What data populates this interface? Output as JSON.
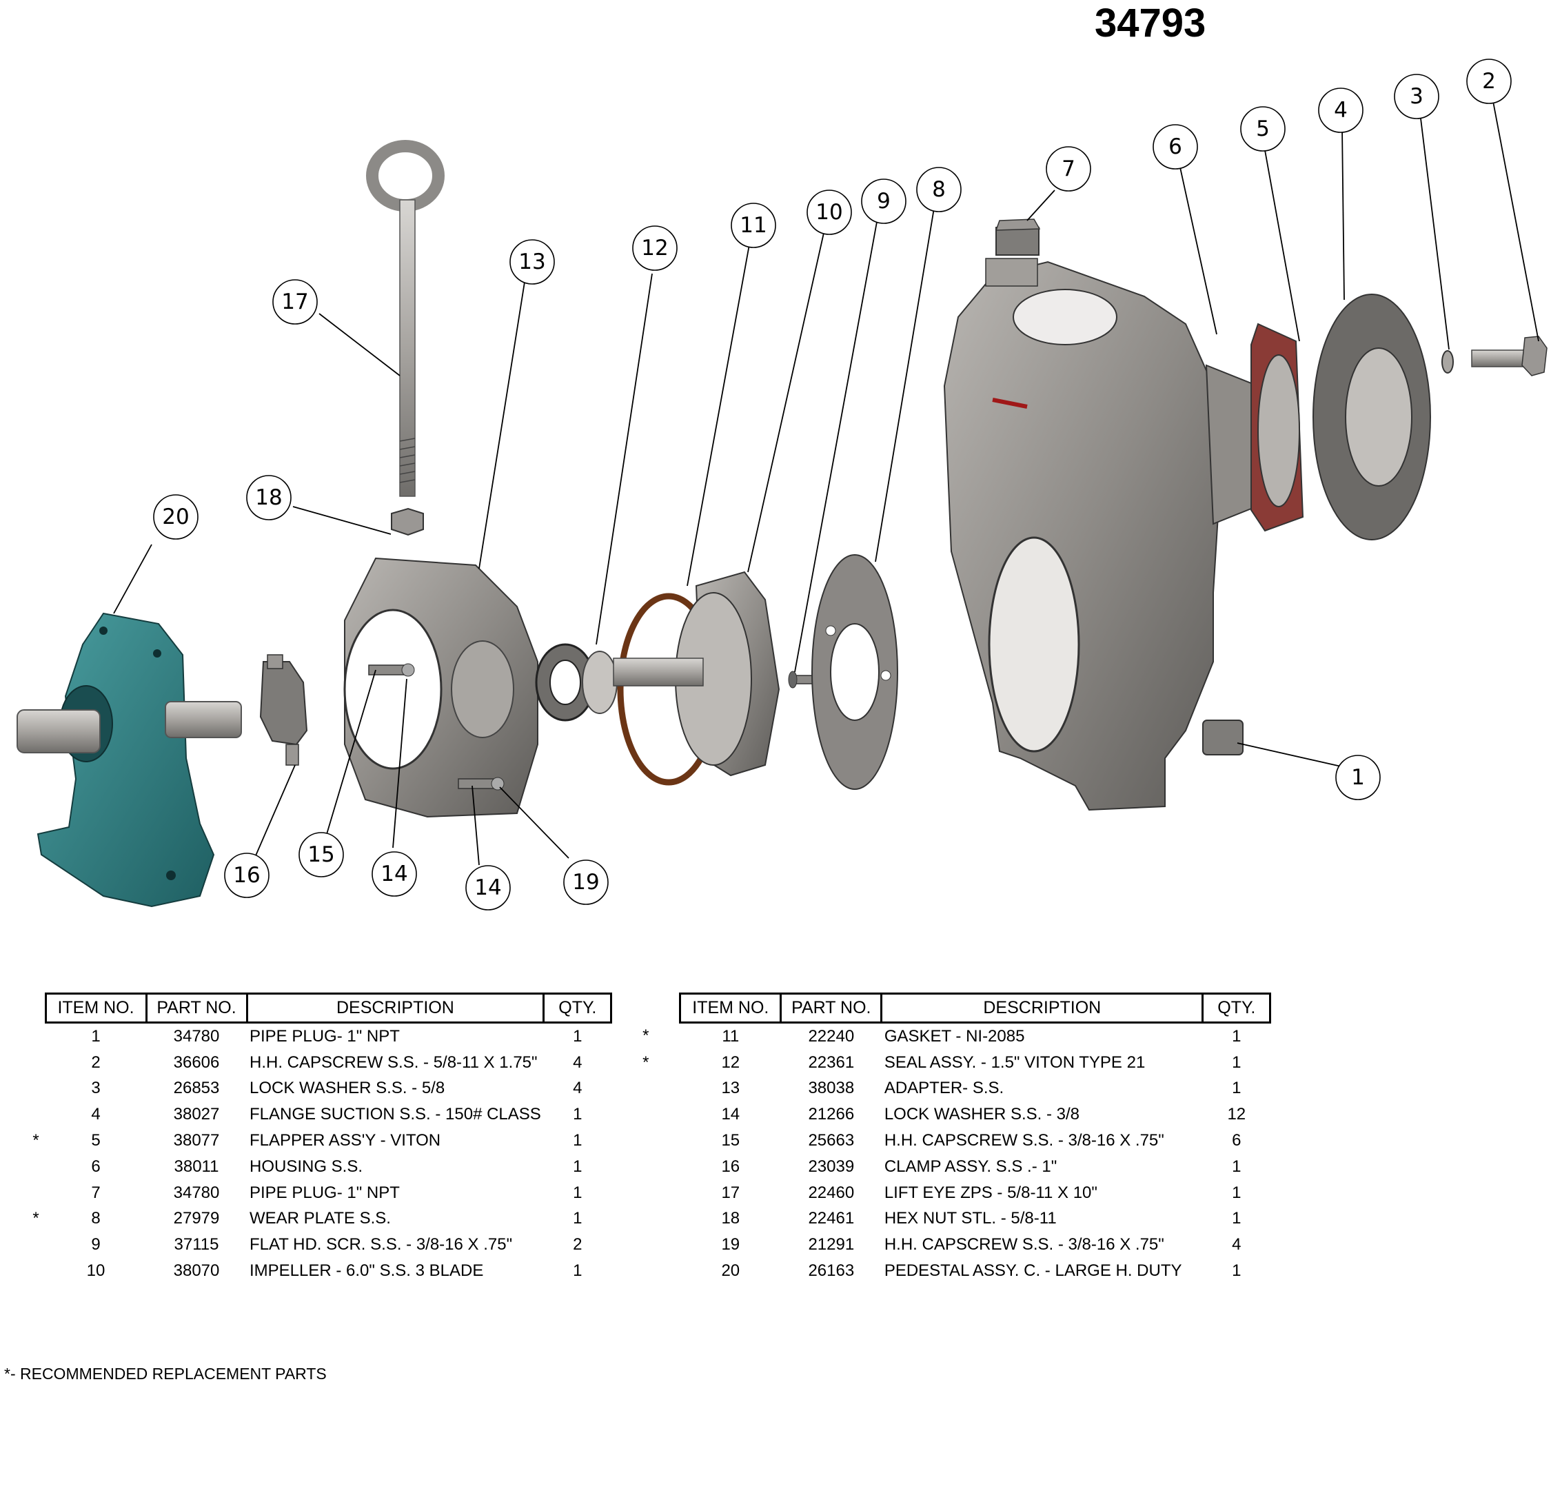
{
  "document": {
    "drawing_number": "34793",
    "footnote": "*- RECOMMENDED REPLACEMENT PARTS"
  },
  "colors": {
    "pedestal": "#2f7f82",
    "housing": "#8d8a86",
    "gasket_flapper": "#8a3b36",
    "gasket_ring": "#6b3515",
    "metal_dark": "#5c5a57"
  },
  "callouts": [
    "1",
    "2",
    "3",
    "4",
    "5",
    "6",
    "7",
    "8",
    "9",
    "10",
    "11",
    "12",
    "13",
    "14",
    "14",
    "15",
    "16",
    "17",
    "18",
    "19",
    "20"
  ],
  "table": {
    "headers": {
      "item": "ITEM NO.",
      "part": "PART NO.",
      "desc": "DESCRIPTION",
      "qty": "QTY."
    },
    "left": [
      {
        "star": "",
        "item": "1",
        "part": "34780",
        "desc": "PIPE PLUG- 1\" NPT",
        "qty": "1"
      },
      {
        "star": "",
        "item": "2",
        "part": "36606",
        "desc": "H.H. CAPSCREW S.S. - 5/8-11 X 1.75\"",
        "qty": "4"
      },
      {
        "star": "",
        "item": "3",
        "part": "26853",
        "desc": "LOCK WASHER S.S. - 5/8",
        "qty": "4"
      },
      {
        "star": "",
        "item": "4",
        "part": "38027",
        "desc": "FLANGE SUCTION S.S. - 150# CLASS",
        "qty": "1"
      },
      {
        "star": "*",
        "item": "5",
        "part": "38077",
        "desc": "FLAPPER ASS'Y - VITON",
        "qty": "1"
      },
      {
        "star": "",
        "item": "6",
        "part": "38011",
        "desc": "HOUSING S.S.",
        "qty": "1"
      },
      {
        "star": "",
        "item": "7",
        "part": "34780",
        "desc": "PIPE PLUG- 1\" NPT",
        "qty": "1"
      },
      {
        "star": "*",
        "item": "8",
        "part": "27979",
        "desc": "WEAR PLATE S.S.",
        "qty": "1"
      },
      {
        "star": "",
        "item": "9",
        "part": "37115",
        "desc": "FLAT HD. SCR.  S.S. - 3/8-16 X .75\"",
        "qty": "2"
      },
      {
        "star": "",
        "item": "10",
        "part": "38070",
        "desc": "IMPELLER - 6.0\" S.S. 3 BLADE",
        "qty": "1"
      }
    ],
    "right": [
      {
        "star": "*",
        "item": "11",
        "part": "22240",
        "desc": "GASKET - NI-2085",
        "qty": "1"
      },
      {
        "star": "*",
        "item": "12",
        "part": "22361",
        "desc": "SEAL ASSY. - 1.5\" VITON TYPE 21",
        "qty": "1"
      },
      {
        "star": "",
        "item": "13",
        "part": "38038",
        "desc": "ADAPTER- S.S.",
        "qty": "1"
      },
      {
        "star": "",
        "item": "14",
        "part": "21266",
        "desc": "LOCK WASHER S.S. - 3/8",
        "qty": "12"
      },
      {
        "star": "",
        "item": "15",
        "part": "25663",
        "desc": "H.H. CAPSCREW S.S. - 3/8-16 X .75\"",
        "qty": "6"
      },
      {
        "star": "",
        "item": "16",
        "part": "23039",
        "desc": "CLAMP ASSY. S.S .- 1\"",
        "qty": "1"
      },
      {
        "star": "",
        "item": "17",
        "part": "22460",
        "desc": "LIFT EYE ZPS - 5/8-11 X 10\"",
        "qty": "1"
      },
      {
        "star": "",
        "item": "18",
        "part": "22461",
        "desc": "HEX NUT STL. - 5/8-11",
        "qty": "1"
      },
      {
        "star": "",
        "item": "19",
        "part": "21291",
        "desc": "H.H. CAPSCREW S.S. - 3/8-16 X .75\"",
        "qty": "4"
      },
      {
        "star": "",
        "item": "20",
        "part": "26163",
        "desc": "PEDESTAL ASSY.  C. - LARGE H. DUTY",
        "qty": "1"
      }
    ]
  }
}
